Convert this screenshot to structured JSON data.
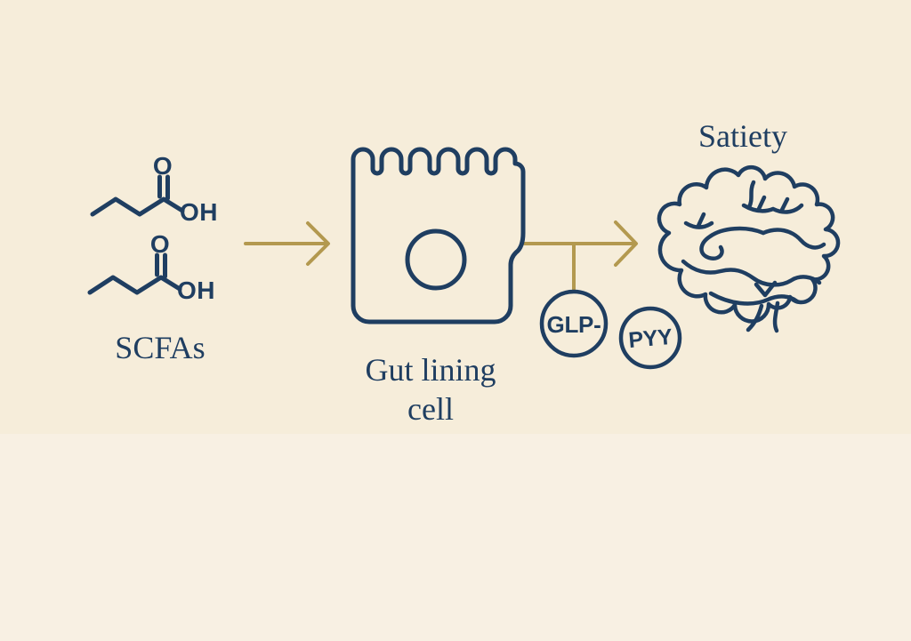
{
  "palette": {
    "ink": "#1f3e61",
    "accent_gold": "#b3994f",
    "background_top": "#f6edda",
    "background_bottom": "#f8f0e3"
  },
  "scfa": {
    "group_label": "SCFAs",
    "carbonyl_label": "O",
    "hydroxyl_label": "OH"
  },
  "cell": {
    "label_line1": "Gut lining",
    "label_line2": "cell"
  },
  "hormones": {
    "glp_label": "GLP-",
    "pyy_label": "PYY"
  },
  "brain": {
    "label": "Satiety"
  },
  "icons": {
    "molecule": "butyric-acid-structure-icon",
    "cell": "gut-epithelial-cell-icon",
    "arrows": "right-arrow-icon",
    "brain": "brain-outline-icon"
  }
}
